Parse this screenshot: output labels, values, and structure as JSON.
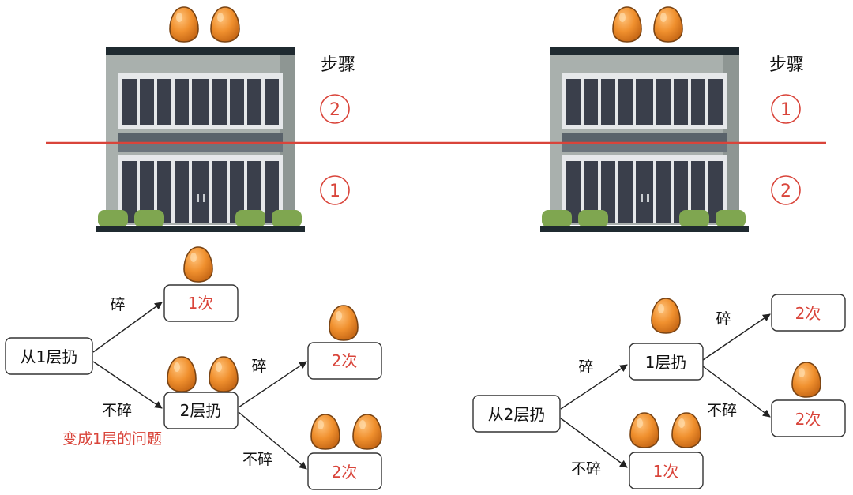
{
  "colors": {
    "accent_red": "#d9443a",
    "box_border": "#333333",
    "egg_fill": "#f0902e",
    "egg_stroke": "#7a4414",
    "building_wall": "#a9b0ad",
    "building_roof": "#1f2a30",
    "window_dark": "#3a3f4b",
    "window_frame": "#e6e8ea",
    "floor_band": "#59626a",
    "bush": "#7fa650"
  },
  "left_scene": {
    "step_heading": "步骤",
    "top_floor_step": "2",
    "bottom_floor_step": "1"
  },
  "right_scene": {
    "step_heading": "步骤",
    "top_floor_step": "1",
    "bottom_floor_step": "2"
  },
  "left_tree": {
    "root": "从1层扔",
    "branch_break": "碎",
    "branch_nobreak": "不碎",
    "result_break": "1次",
    "mid_node": "2层扔",
    "note": "变成1层的问题",
    "mid_break": "碎",
    "mid_nobreak": "不碎",
    "mid_result_break": "2次",
    "mid_result_nobreak": "2次"
  },
  "right_tree": {
    "root": "从2层扔",
    "branch_break": "碎",
    "branch_nobreak": "不碎",
    "mid_node": "1层扔",
    "result_nobreak": "1次",
    "mid_break": "碎",
    "mid_nobreak": "不碎",
    "mid_result_break": "2次",
    "mid_result_nobreak": "2次"
  },
  "icons": [
    "egg-icon",
    "building-icon",
    "arrow-icon"
  ]
}
